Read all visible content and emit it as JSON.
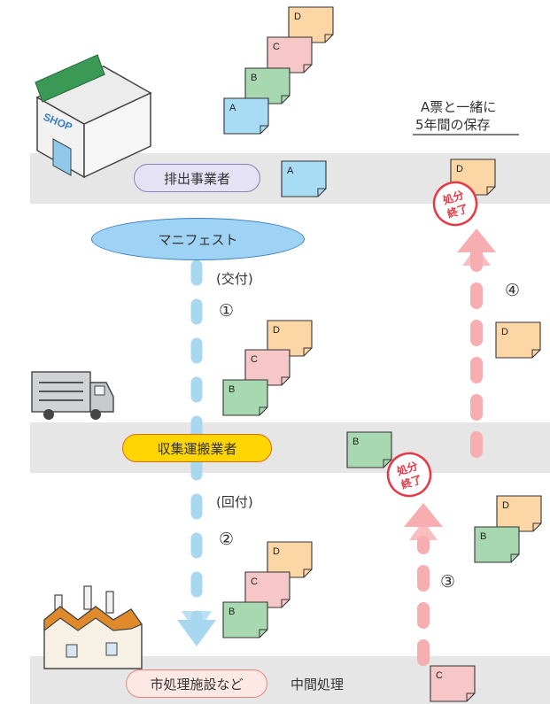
{
  "actors": {
    "generator": "排出事業者",
    "collector": "収集運搬業者",
    "facility": "市処理施設など"
  },
  "manifest_label": "マニフェスト",
  "intermediate_label": "中間処理",
  "steps": {
    "issue": "(交付)",
    "forward": "(回付)",
    "n1": "①",
    "n2": "②",
    "n3": "③",
    "n4": "④"
  },
  "storage_note": {
    "line1": "A票と一緒に",
    "line2": "5年間の保存"
  },
  "shop_sign": "SHOP",
  "stamp": {
    "line1": "処分",
    "line2": "終了"
  },
  "slips": {
    "a": "A",
    "b": "B",
    "c": "C",
    "d": "D"
  },
  "colors": {
    "slip_a": "#a8dcf5",
    "slip_b": "#a8d8b0",
    "slip_c": "#f7c6c6",
    "slip_d": "#fcd6a4",
    "arrow_blue": "#a8d8f0",
    "arrow_pink": "#f6aeb0",
    "stamp": "#e63946",
    "collector_pill": "#ffd500",
    "manifest_ellipse": "#9fd3f5",
    "generator_pill": "#e6e2f5"
  }
}
